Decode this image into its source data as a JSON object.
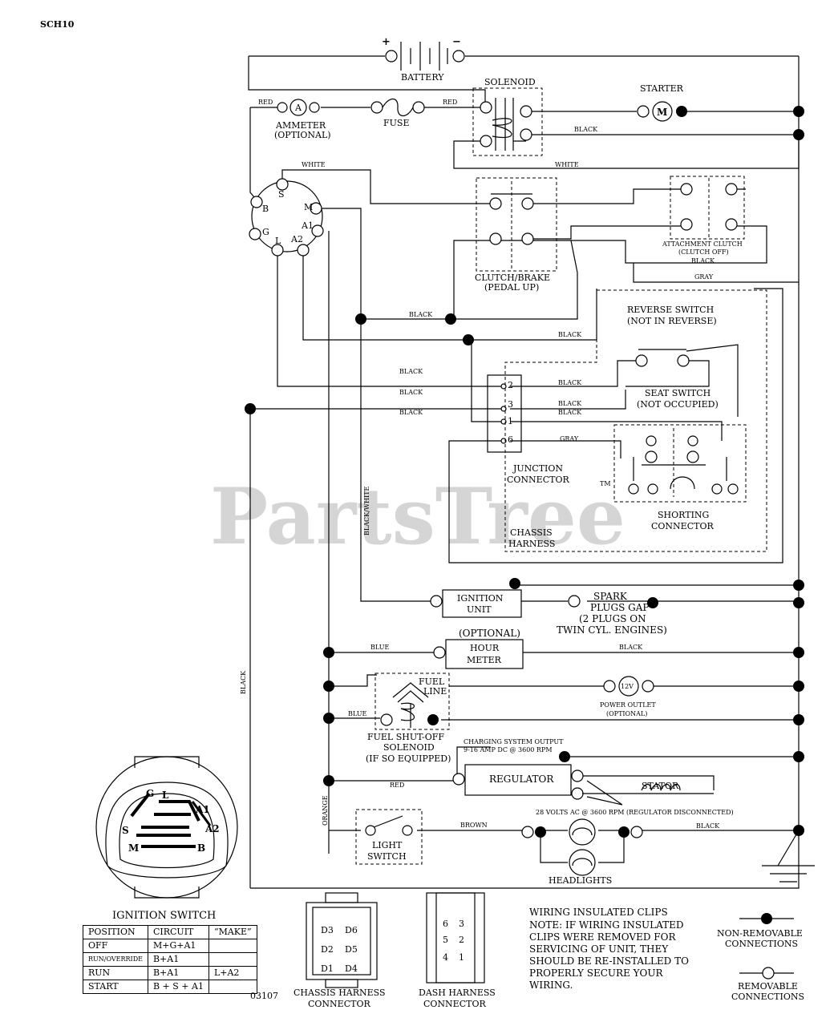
{
  "page_code": "SCH10",
  "doc_number": "03107",
  "watermark": "PartsTree",
  "trademark": "TM",
  "labels": {
    "battery": "BATTERY",
    "plus": "+",
    "minus": "−",
    "solenoid": "SOLENOID",
    "starter": "STARTER",
    "starter_symbol": "M",
    "ammeter_symbol": "A",
    "ammeter": "AMMETER",
    "ammeter_optional": "(OPTIONAL)",
    "fuse": "FUSE",
    "clutch_brake": "CLUTCH/BRAKE",
    "pedal_up": "(PEDAL UP)",
    "attachment_clutch": "ATTACHMENT CLUTCH",
    "clutch_off": "(CLUTCH OFF)",
    "reverse_switch": "REVERSE SWITCH",
    "not_in_reverse": "(NOT IN REVERSE)",
    "seat_switch": "SEAT SWITCH",
    "not_occupied": "(NOT OCCUPIED)",
    "junction": "JUNCTION",
    "connector": "CONNECTOR",
    "shorting": "SHORTING",
    "shorting_connector": "CONNECTOR",
    "chassis": "CHASSIS",
    "harness": "HARNESS",
    "ignition_unit_1": "IGNITION",
    "ignition_unit_2": "UNIT",
    "spark_1": "SPARK",
    "spark_2": "PLUGS GAP",
    "spark_3": "(2 PLUGS ON",
    "spark_4": "TWIN CYL. ENGINES)",
    "optional": "(OPTIONAL)",
    "hour_1": "HOUR",
    "hour_2": "METER",
    "fuel_1": "FUEL",
    "fuel_2": "LINE",
    "power_symbol": "12V",
    "power_outlet": "POWER OUTLET",
    "power_optional": "(OPTIONAL)",
    "fuel_shutoff_1": "FUEL SHUT-OFF",
    "fuel_shutoff_2": "SOLENOID",
    "fuel_shutoff_3": "(IF SO EQUIPPED)",
    "charging_1": "CHARGING SYSTEM OUTPUT",
    "charging_2": "9-16 AMP DC @ 3600 RPM",
    "regulator": "REGULATOR",
    "stator": "STATOR",
    "volts_note": "28 VOLTS AC @ 3600 RPM (REGULATOR DISCONNECTED)",
    "light_1": "LIGHT",
    "light_2": "SWITCH",
    "headlights": "HEADLIGHTS",
    "ignition_switch": "IGNITION SWITCH",
    "chassis_harness_1": "CHASSIS HARNESS",
    "chassis_harness_2": "CONNECTOR",
    "dash_harness_1": "DASH HARNESS",
    "dash_harness_2": "CONNECTOR",
    "non_removable_1": "NON-REMOVABLE",
    "non_removable_2": "CONNECTIONS",
    "removable_1": "REMOVABLE",
    "removable_2": "CONNECTIONS"
  },
  "terminals": {
    "S": "S",
    "B": "B",
    "G": "G",
    "L": "L",
    "A2": "A2",
    "A1": "A1",
    "M": "M"
  },
  "junction_pins": [
    "2",
    "3",
    "1",
    "6"
  ],
  "chassis_pins": [
    "D3",
    "D6",
    "D2",
    "D5",
    "D1",
    "D4"
  ],
  "dash_pins": [
    "6",
    "3",
    "5",
    "2",
    "4",
    "1"
  ],
  "switch_face": [
    "G",
    "L",
    "A1",
    "A2",
    "S",
    "M",
    "B"
  ],
  "wires": {
    "red": "RED",
    "black": "BLACK",
    "white": "WHITE",
    "gray": "GRAY",
    "blue": "BLUE",
    "orange": "ORANGE",
    "brown": "BROWN",
    "black_white": "BLACK/WHITE"
  },
  "note": [
    "WIRING INSULATED CLIPS",
    "NOTE:  IF WIRING INSULATED",
    "CLIPS WERE REMOVED FOR",
    "SERVICING OF UNIT, THEY",
    "SHOULD BE RE-INSTALLED TO",
    "PROPERLY SECURE YOUR",
    "WIRING."
  ],
  "ignition_table": {
    "headers": [
      "POSITION",
      "CIRCUIT",
      "“MAKE”"
    ],
    "rows": [
      {
        "position": "OFF",
        "circuit": "M+G+A1",
        "extra": ""
      },
      {
        "position": "RUN/OVERRIDE",
        "circuit": "B+A1",
        "extra": ""
      },
      {
        "position": "RUN",
        "circuit": "B+A1",
        "extra": "L+A2"
      },
      {
        "position": "START",
        "circuit": "B + S + A1",
        "extra": ""
      }
    ]
  }
}
